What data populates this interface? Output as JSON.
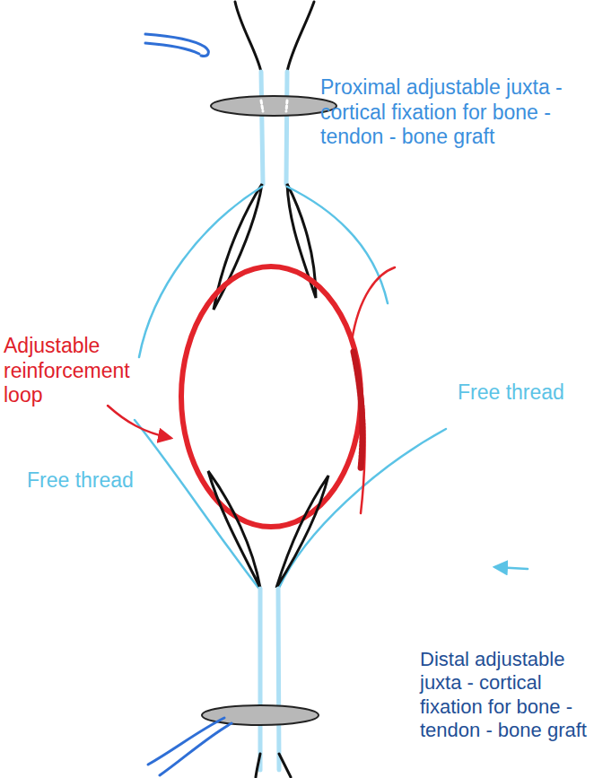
{
  "diagram": {
    "labels": [
      "Proximal adjustable juxta - cortical fixation for bone -tendon - bone graft",
      "Adjustable reinforcement loop",
      "Free thread",
      "Free thread",
      "Distal adjustable juxta - cortical fixation for bone -tendon - bone graft"
    ]
  }
}
